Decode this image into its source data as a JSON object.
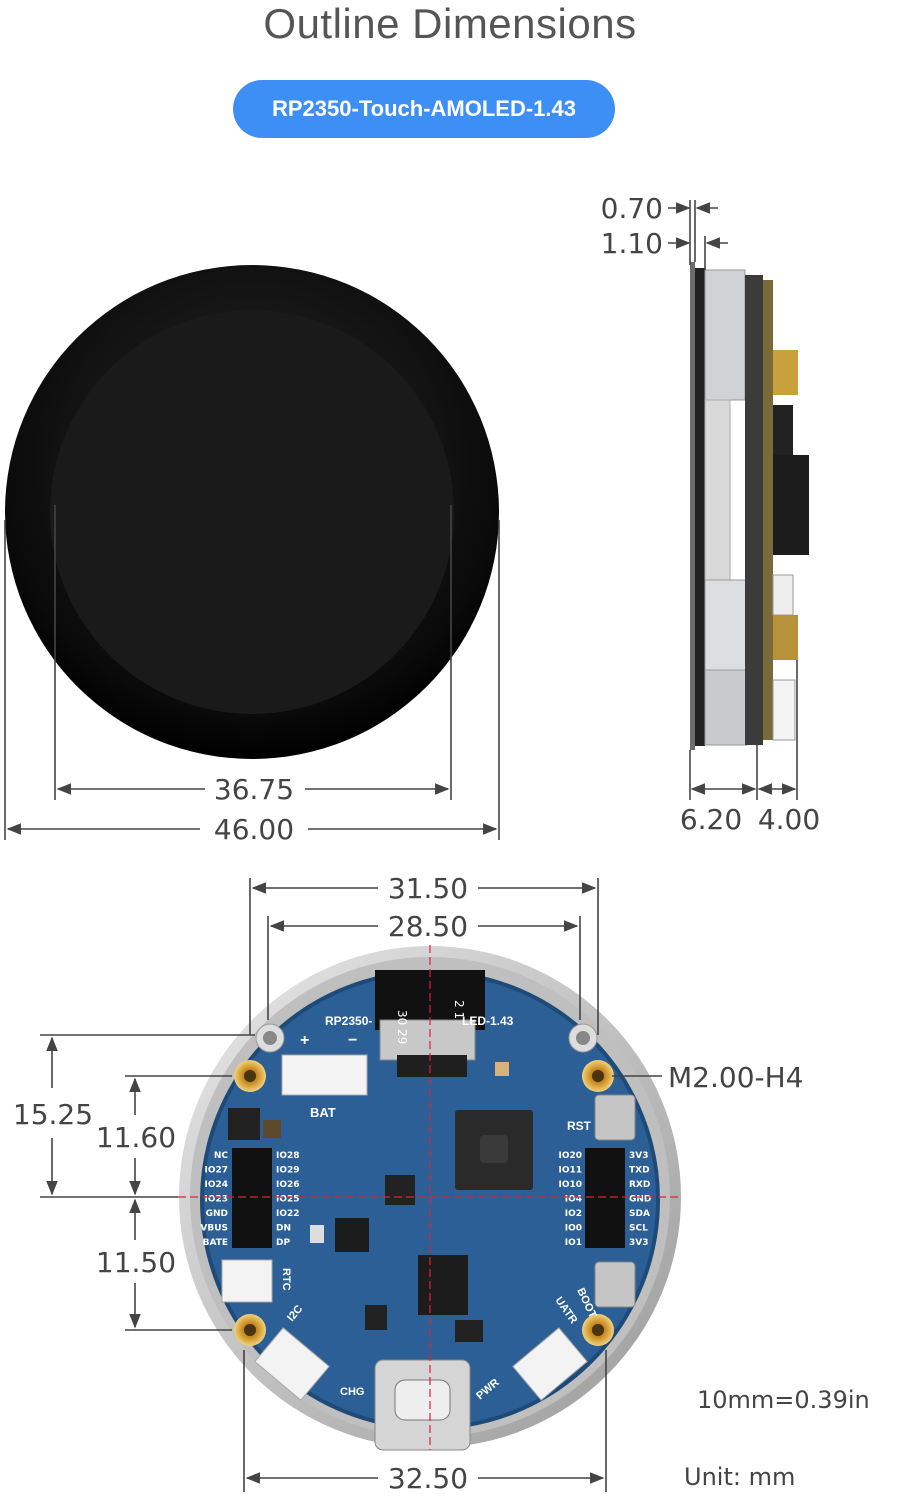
{
  "title": "Outline Dimensions",
  "model_badge": "RP2350-Touch-AMOLED-1.43",
  "front_view": {
    "display_width": "36.75",
    "overall_width": "46.00"
  },
  "side_view": {
    "glass_thickness": "0.70",
    "panel_thickness": "1.10",
    "body_depth": "6.20",
    "connector_depth": "4.00"
  },
  "back_view": {
    "hole_spacing_outer": "31.50",
    "hole_spacing_inner": "28.50",
    "offset_top_outer": "15.25",
    "offset_top_inner": "11.60",
    "offset_bottom": "11.50",
    "bottom_width": "32.50",
    "mount_hole": "M2.00-H4",
    "silk": {
      "model_left": "RP2350-",
      "model_right": "LED-1.43",
      "bat": "BAT",
      "rst": "RST",
      "rtc": "RTC",
      "i2c": "I2C",
      "uart": "UATR",
      "chg": "CHG",
      "pwr": "PWR",
      "boot": "BOOT",
      "fpc_a": "30 29",
      "fpc_b": "2 1",
      "pins_left": [
        "NC",
        "IO27",
        "IO24",
        "IO23",
        "GND",
        "VBUS",
        "BATE"
      ],
      "pins_left_b": [
        "IO28",
        "IO29",
        "IO26",
        "IO25",
        "IO22",
        "DN",
        "DP"
      ],
      "pins_right": [
        "3V3",
        "TXD",
        "RXD",
        "GND",
        "SDA",
        "SCL",
        "3V3"
      ],
      "pins_right_b": [
        "IO20",
        "IO11",
        "IO10",
        "IO4",
        "IO2",
        "IO0",
        "IO1"
      ]
    }
  },
  "conversion": "10mm=0.39in",
  "unit": "Unit: mm"
}
